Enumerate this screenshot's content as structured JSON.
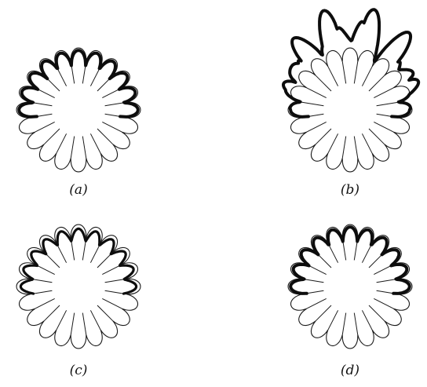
{
  "panels": [
    {
      "id": "a",
      "label": "(a)",
      "petals": 20,
      "trace_style": "outline-tight"
    },
    {
      "id": "b",
      "label": "(b)",
      "petals": 20,
      "trace_style": "outline-wild"
    },
    {
      "id": "c",
      "label": "(c)",
      "petals": 20,
      "trace_style": "outline-shallow"
    },
    {
      "id": "d",
      "label": "(d)",
      "petals": 20,
      "trace_style": "outline-loops"
    }
  ],
  "colors": {
    "outline": "#1a1a1a",
    "trace": "#0d0d0d",
    "background": "#ffffff"
  }
}
